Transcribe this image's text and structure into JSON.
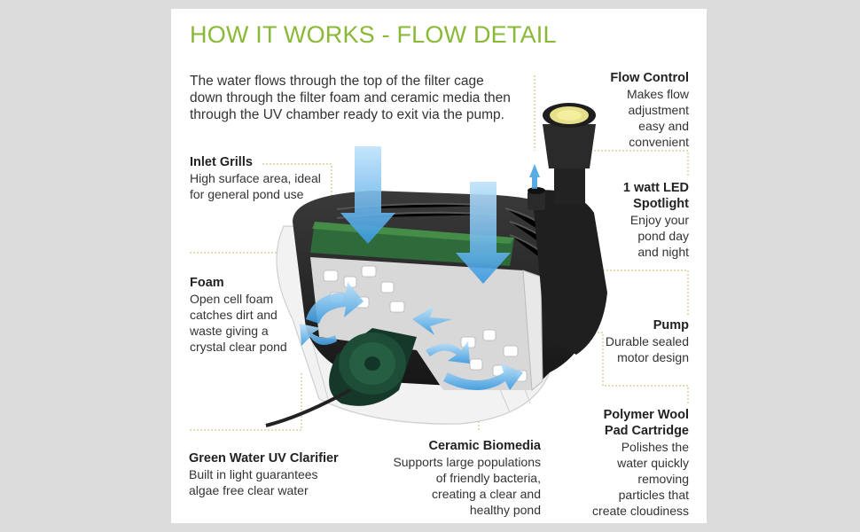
{
  "title": "HOW IT WORKS - FLOW DETAIL",
  "intro": "The water flows through the top of the filter cage down through the filter foam and ceramic media then through the UV chamber ready to exit via the pump.",
  "callouts": {
    "inlet_grills": {
      "heading": "Inlet Grills",
      "body": "High surface area, ideal for general pond use"
    },
    "foam": {
      "heading": "Foam",
      "body": "Open cell foam catches dirt and waste giving a crystal clear pond"
    },
    "uv": {
      "heading": "Green Water UV Clarifier",
      "body": "Built in light guarantees algae free clear water"
    },
    "ceramic": {
      "heading": "Ceramic Biomedia",
      "body": "Supports large populations of friendly bacteria, creating a clear and healthy pond"
    },
    "flow_control": {
      "heading": "Flow Control",
      "body": "Makes flow adjustment easy and convenient"
    },
    "led": {
      "heading": "1 watt LED Spotlight",
      "body": "Enjoy your pond day and night"
    },
    "pump": {
      "heading": "Pump",
      "body": "Durable sealed motor design"
    },
    "polymer": {
      "heading": "Polymer Wool Pad Cartridge",
      "body": "Polishes the water quickly removing particles that create cloudiness"
    }
  },
  "colors": {
    "title_green": "#8ab837",
    "arrow_blue": "#4aa3e0",
    "foam_green": "#2f6b3a",
    "body_dark": "#2a2a2a",
    "leader_line": "#c9b66a"
  }
}
